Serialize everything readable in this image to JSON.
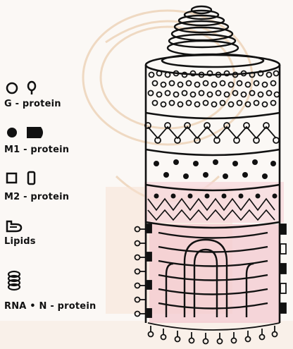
{
  "legend": {
    "g_protein": "G - protein",
    "m1_protein": "M1 - protein",
    "m2_protein": "M2 - protein",
    "lipids": "Lipids",
    "rna_n_protein": "RNA • N - protein"
  },
  "colors": {
    "ink": "#111111",
    "paper": "#fbf8f5",
    "pink_band": "#f3c9cf",
    "watermark": "#efd9c2"
  }
}
